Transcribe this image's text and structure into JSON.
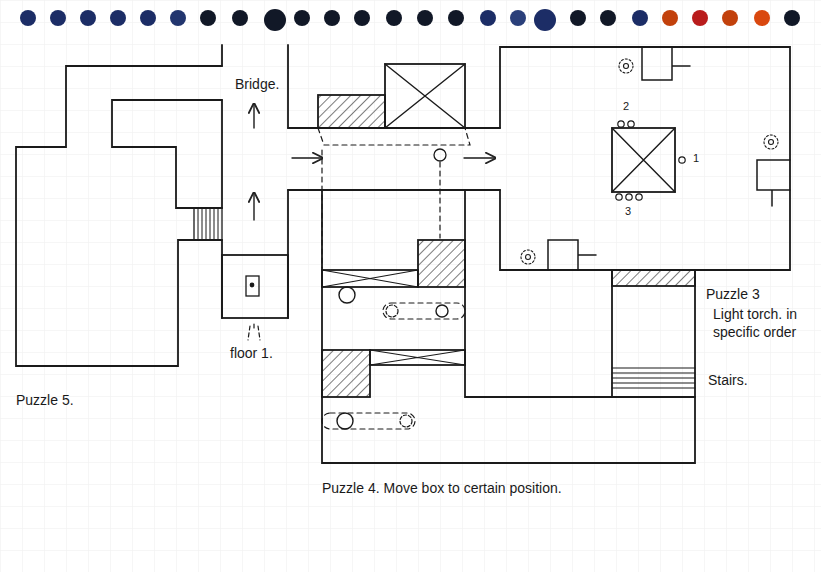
{
  "diagram": {
    "labels": [
      "Bridge.",
      "floor 1.",
      "Puzzle 5.",
      "Puzzle 4. Move box to certain position.",
      "Puzzle 3",
      "Light torch. in specific order",
      "Stairs.",
      "2",
      "1",
      "3"
    ]
  }
}
